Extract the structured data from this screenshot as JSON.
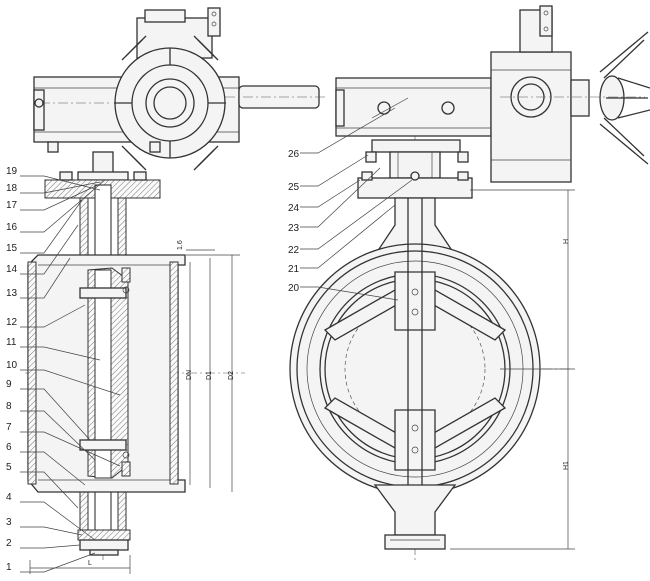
{
  "callouts": {
    "left": [
      "19",
      "18",
      "17",
      "16",
      "15",
      "14",
      "13",
      "12",
      "11",
      "10",
      "9",
      "8",
      "7",
      "6",
      "5",
      "4",
      "3",
      "2",
      "1"
    ],
    "right": [
      "26",
      "25",
      "24",
      "23",
      "22",
      "21",
      "20"
    ]
  },
  "dimensions": {
    "DN": "DN",
    "D1": "D1",
    "D2": "D2",
    "L": "L",
    "H": "H",
    "H1": "H1",
    "face": "1.6"
  }
}
